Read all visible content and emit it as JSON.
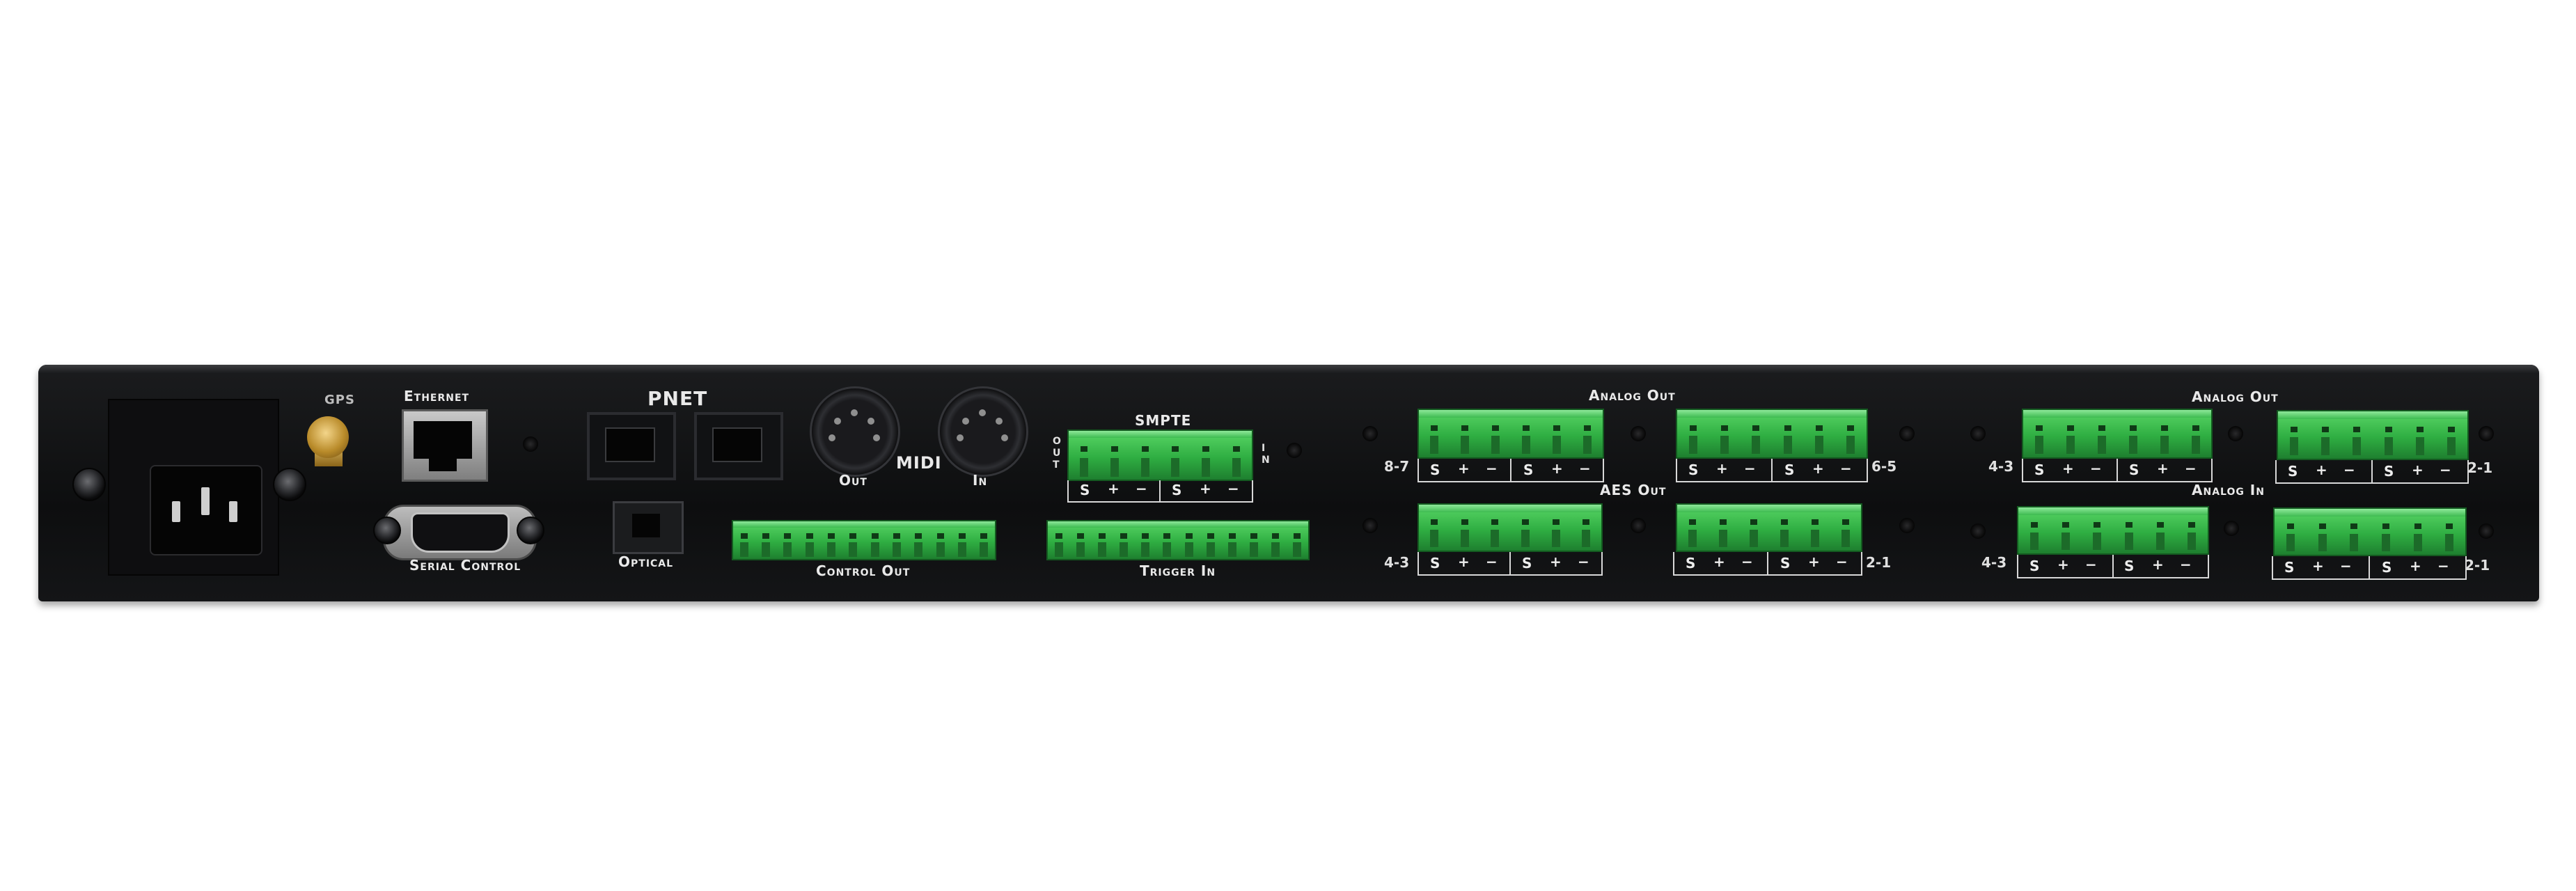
{
  "labels": {
    "gps": "GPS",
    "ethernet": "Ethernet",
    "serial_control": "Serial Control",
    "pnet": "PNET",
    "optical": "Optical",
    "midi": "MIDI",
    "midi_out": "Out",
    "midi_in": "In",
    "smpte": "SMPTE",
    "smpte_out": "OUT",
    "smpte_in": "IN",
    "control_out": "Control Out",
    "trigger_in": "Trigger In",
    "analog_out_1": "Analog Out",
    "aes_out": "AES Out",
    "analog_out_2": "Analog Out",
    "analog_in": "Analog In"
  },
  "channels": {
    "ch87": "8-7",
    "ch65": "6-5",
    "ch43_aes": "4-3",
    "ch21_aes": "2-1",
    "ch43_ao": "4-3",
    "ch21_ao": "2-1",
    "ch43_ai": "4-3",
    "ch21_ai": "2-1"
  },
  "pins": {
    "s": "S",
    "plus": "+",
    "minus": "−"
  },
  "colors": {
    "panel": "#111214",
    "terminal_green": "#38b84a",
    "label": "#e9e9e9",
    "gps_gold": "#c9a040"
  }
}
